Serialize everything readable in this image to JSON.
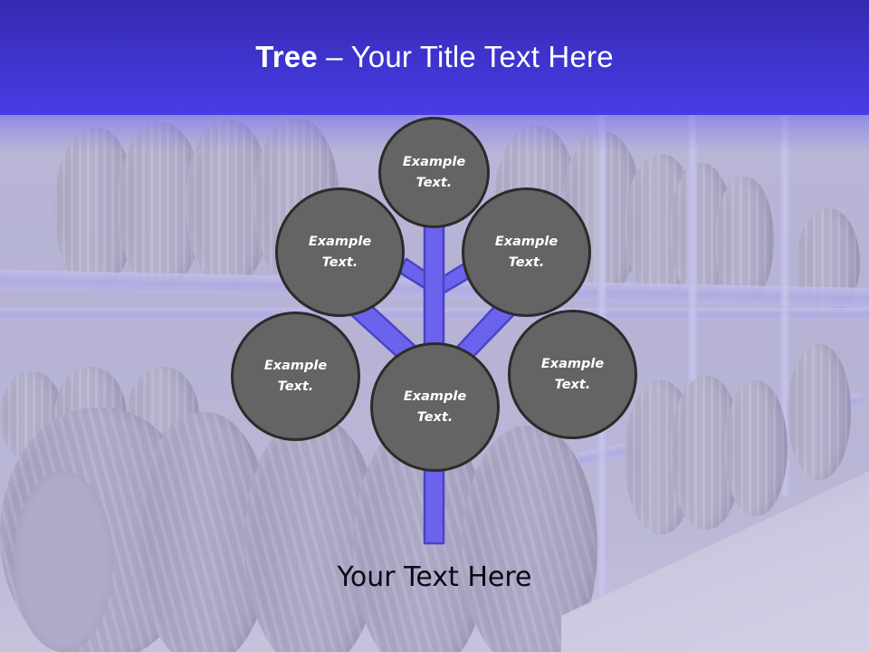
{
  "slide": {
    "title_bold": "Tree",
    "title_rest": " – Your Title Text Here",
    "footer_text": "Your Text Here"
  },
  "colors": {
    "header_top": "#3629b0",
    "header_bottom": "#483ce6",
    "branch_fill": "#6b63ee",
    "branch_stroke": "#4c43c4",
    "node_fill": "#646464",
    "node_border": "#2b2b2b",
    "node_text": "#ffffff",
    "background_tint": "#b4b1d2"
  },
  "tree": {
    "nodes": [
      {
        "id": "top",
        "line1": "Example",
        "line2": "Text."
      },
      {
        "id": "upper-left",
        "line1": "Example",
        "line2": "Text."
      },
      {
        "id": "upper-right",
        "line1": "Example",
        "line2": "Text."
      },
      {
        "id": "lower-left",
        "line1": "Example",
        "line2": "Text."
      },
      {
        "id": "center",
        "line1": "Example",
        "line2": "Text."
      },
      {
        "id": "lower-right",
        "line1": "Example",
        "line2": "Text."
      }
    ]
  },
  "icons": {
    "background": "tire-warehouse-photo"
  }
}
